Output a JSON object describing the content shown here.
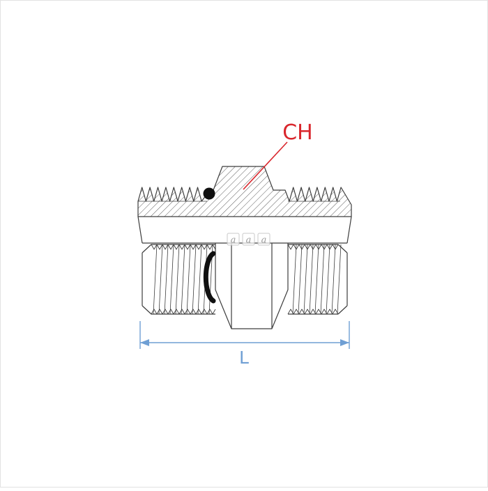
{
  "drawing": {
    "hex_label": "CH",
    "length_label": "L"
  },
  "watermark": {
    "letters": [
      "a",
      "a",
      "a"
    ]
  },
  "colors": {
    "line": "#3d3d3d",
    "hatch": "#4a4a4a",
    "annotation_red": "#d9262c",
    "dimension_blue": "#6f9fd4",
    "oring_black": "#101010",
    "watermark_gray": "#8f8f8f"
  }
}
